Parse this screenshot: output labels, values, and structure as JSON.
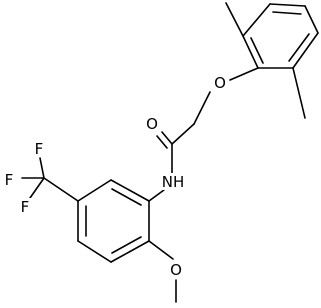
{
  "diagram": {
    "type": "chemical-structure",
    "atom_labels": {
      "ether_oxygen": "O",
      "carbonyl_oxygen": "O",
      "amide_nitrogen": "NH",
      "methoxy_oxygen": "O",
      "fluorine_top": "F",
      "fluorine_left": "F",
      "fluorine_bottom": "F"
    }
  }
}
